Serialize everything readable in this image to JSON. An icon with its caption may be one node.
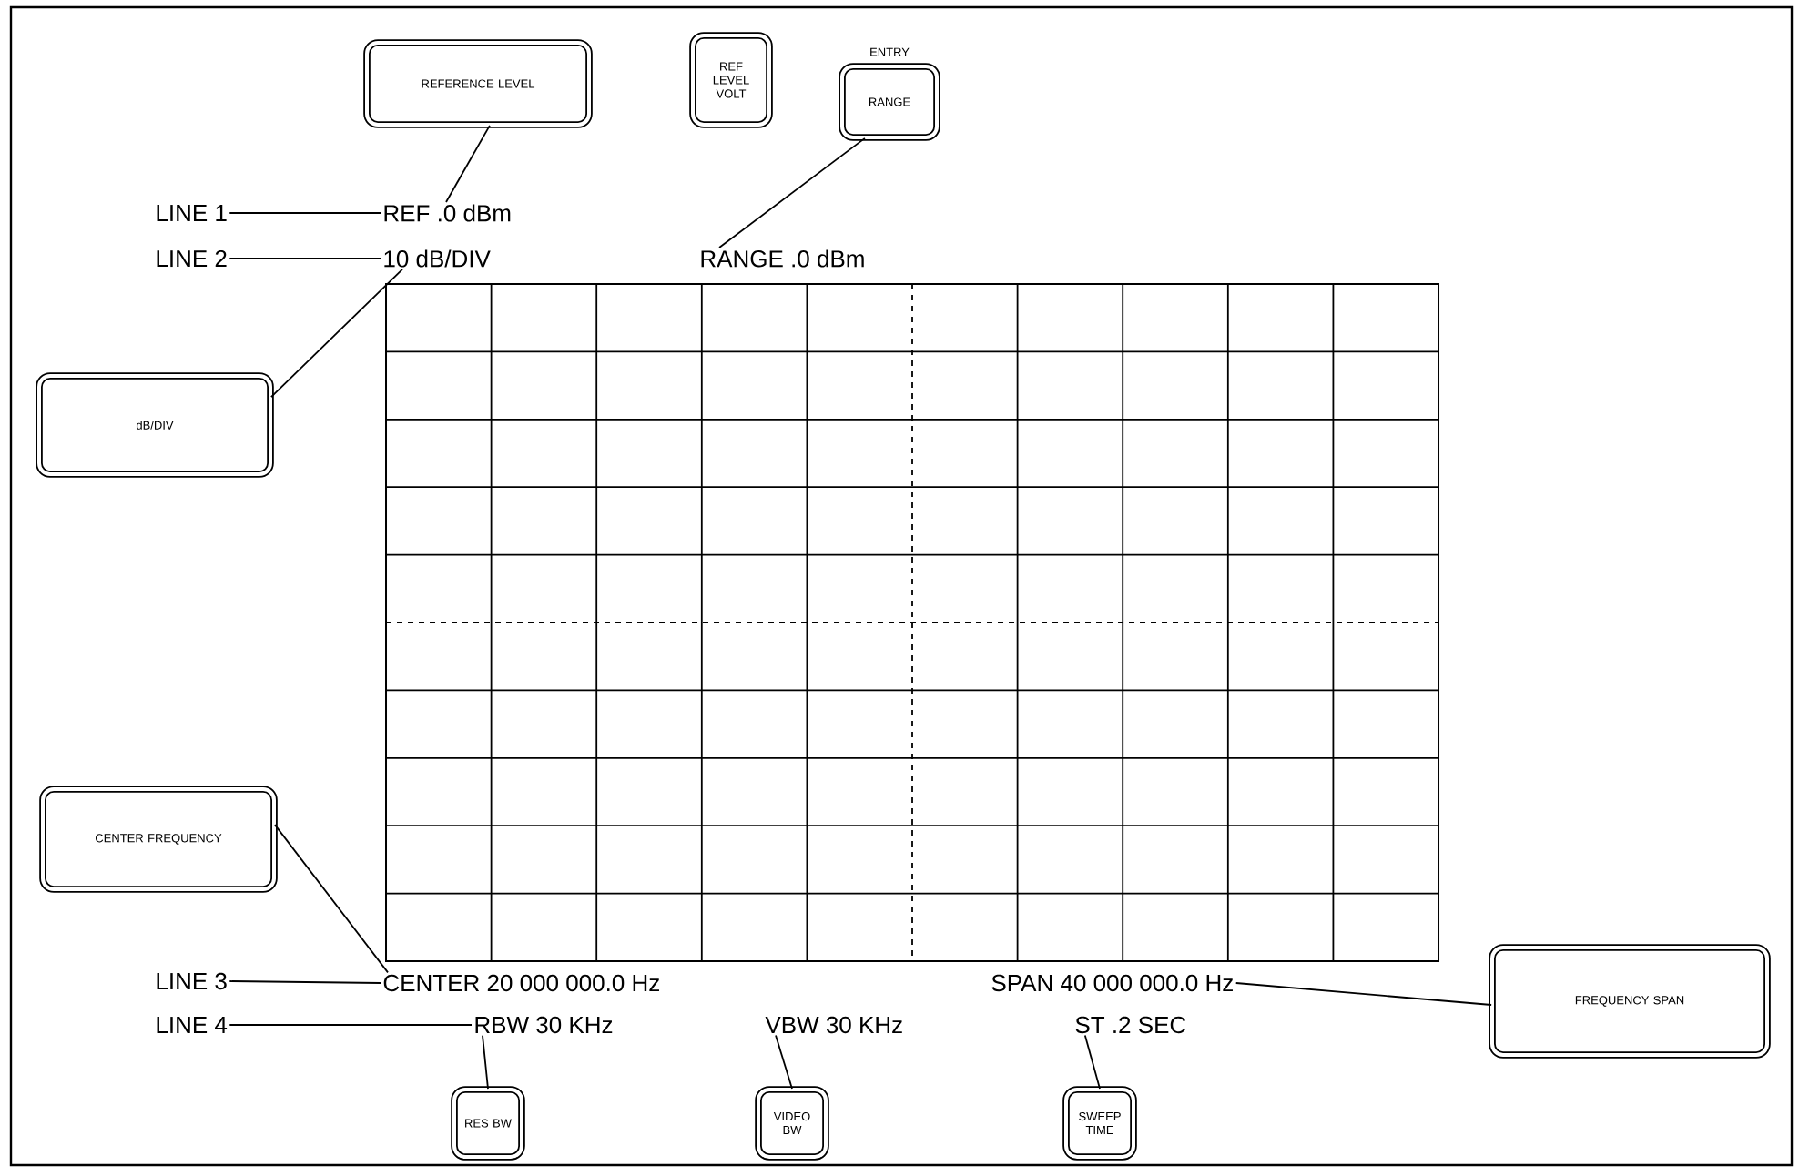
{
  "diagram": {
    "nodes": [
      {
        "text": [
          "REFERENCE LEVEL"
        ]
      },
      {
        "text": [
          "REF LEVEL VOLT"
        ]
      },
      {
        "text": [
          "ENTRY",
          "RANGE"
        ]
      },
      {
        "text": [
          "dB/DIV"
        ]
      },
      {
        "text": [
          "CENTER FREQUENCY"
        ]
      },
      {
        "text": [
          "FREQUENCY SPAN"
        ]
      },
      {
        "text": [
          "RES BW"
        ]
      },
      {
        "text": [
          "VIDEO BW"
        ]
      },
      {
        "text": [
          "SWEEP TIME"
        ]
      },
      {
        "text": [
          "LINE 1"
        ]
      },
      {
        "text": [
          "REF .0 dBm"
        ]
      },
      {
        "text": [
          "LINE 2"
        ]
      },
      {
        "text": [
          "10 dB/DIV"
        ]
      },
      {
        "text": [
          "RANGE .0 dBm"
        ]
      },
      {
        "text": [
          "LINE 3"
        ]
      },
      {
        "text": [
          "CENTER 20 000 000.0 Hz"
        ]
      },
      {
        "text": [
          "SPAN 40 000 000.0 Hz"
        ]
      },
      {
        "text": [
          "LINE 4"
        ]
      },
      {
        "text": [
          "RBW 30 KHz"
        ]
      },
      {
        "text": [
          "VBW 30 KHz"
        ]
      },
      {
        "text": [
          "ST .2 SEC"
        ]
      }
    ],
    "edges": [
      {
        "from": 0,
        "to": 10,
        "arrow": "none"
      },
      {
        "from": 9,
        "to": 10,
        "arrow": "none"
      },
      {
        "from": 11,
        "to": 12,
        "arrow": "none"
      },
      {
        "from": 3,
        "to": 12,
        "arrow": "none"
      },
      {
        "from": 2,
        "to": 13,
        "arrow": "none"
      },
      {
        "from": 4,
        "to": 15,
        "arrow": "none"
      },
      {
        "from": 14,
        "to": 15,
        "arrow": "none"
      },
      {
        "from": 16,
        "to": 5,
        "arrow": "none"
      },
      {
        "from": 17,
        "to": 18,
        "arrow": "none"
      },
      {
        "from": 18,
        "to": 6,
        "arrow": "none"
      },
      {
        "from": 19,
        "to": 7,
        "arrow": "none"
      },
      {
        "from": 20,
        "to": 8,
        "arrow": "none"
      }
    ]
  }
}
